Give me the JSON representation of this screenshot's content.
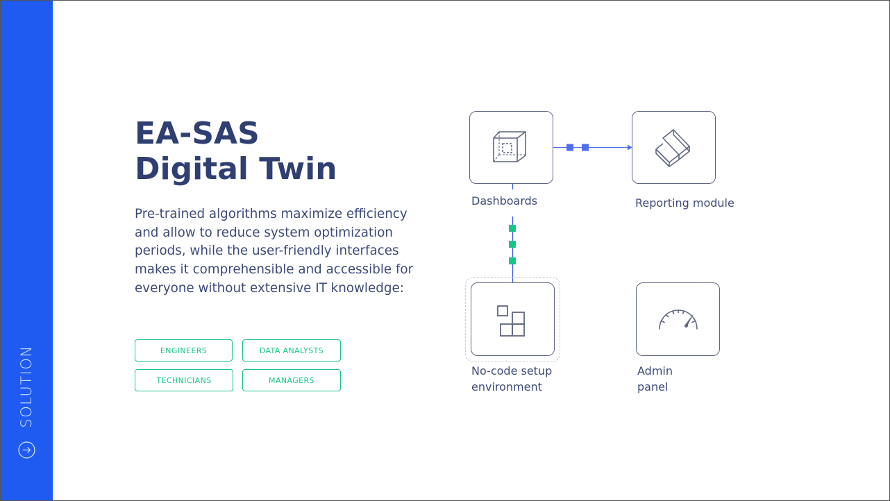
{
  "sidebar": {
    "label": "SOLUTION",
    "accent_color": "#1f5bf0"
  },
  "heading": {
    "line1": "EA-SAS",
    "line2": "Digital Twin"
  },
  "description": "Pre-trained algorithms maximize efficiency and allow to reduce system optimization periods, while the user-friendly interfaces makes it comprehensible and accessible for everyone without extensive IT knowledge:",
  "tags": [
    "ENGINEERS",
    "DATA ANALYSTS",
    "TECHNICIANS",
    "MANAGERS"
  ],
  "tag_color": "#16c784",
  "nodes": {
    "dashboards": {
      "label": "Dashboards",
      "icon": "cube-icon"
    },
    "reporting": {
      "label": "Reporting module",
      "icon": "layers-icon"
    },
    "nocode": {
      "label_line1": "No-code setup",
      "label_line2": "environment",
      "icon": "blocks-icon"
    },
    "admin": {
      "label_line1": "Admin",
      "label_line2": "panel",
      "icon": "gauge-icon"
    }
  },
  "connector_colors": {
    "horizontal": "#4f6ff0",
    "vertical": "#16c784"
  }
}
